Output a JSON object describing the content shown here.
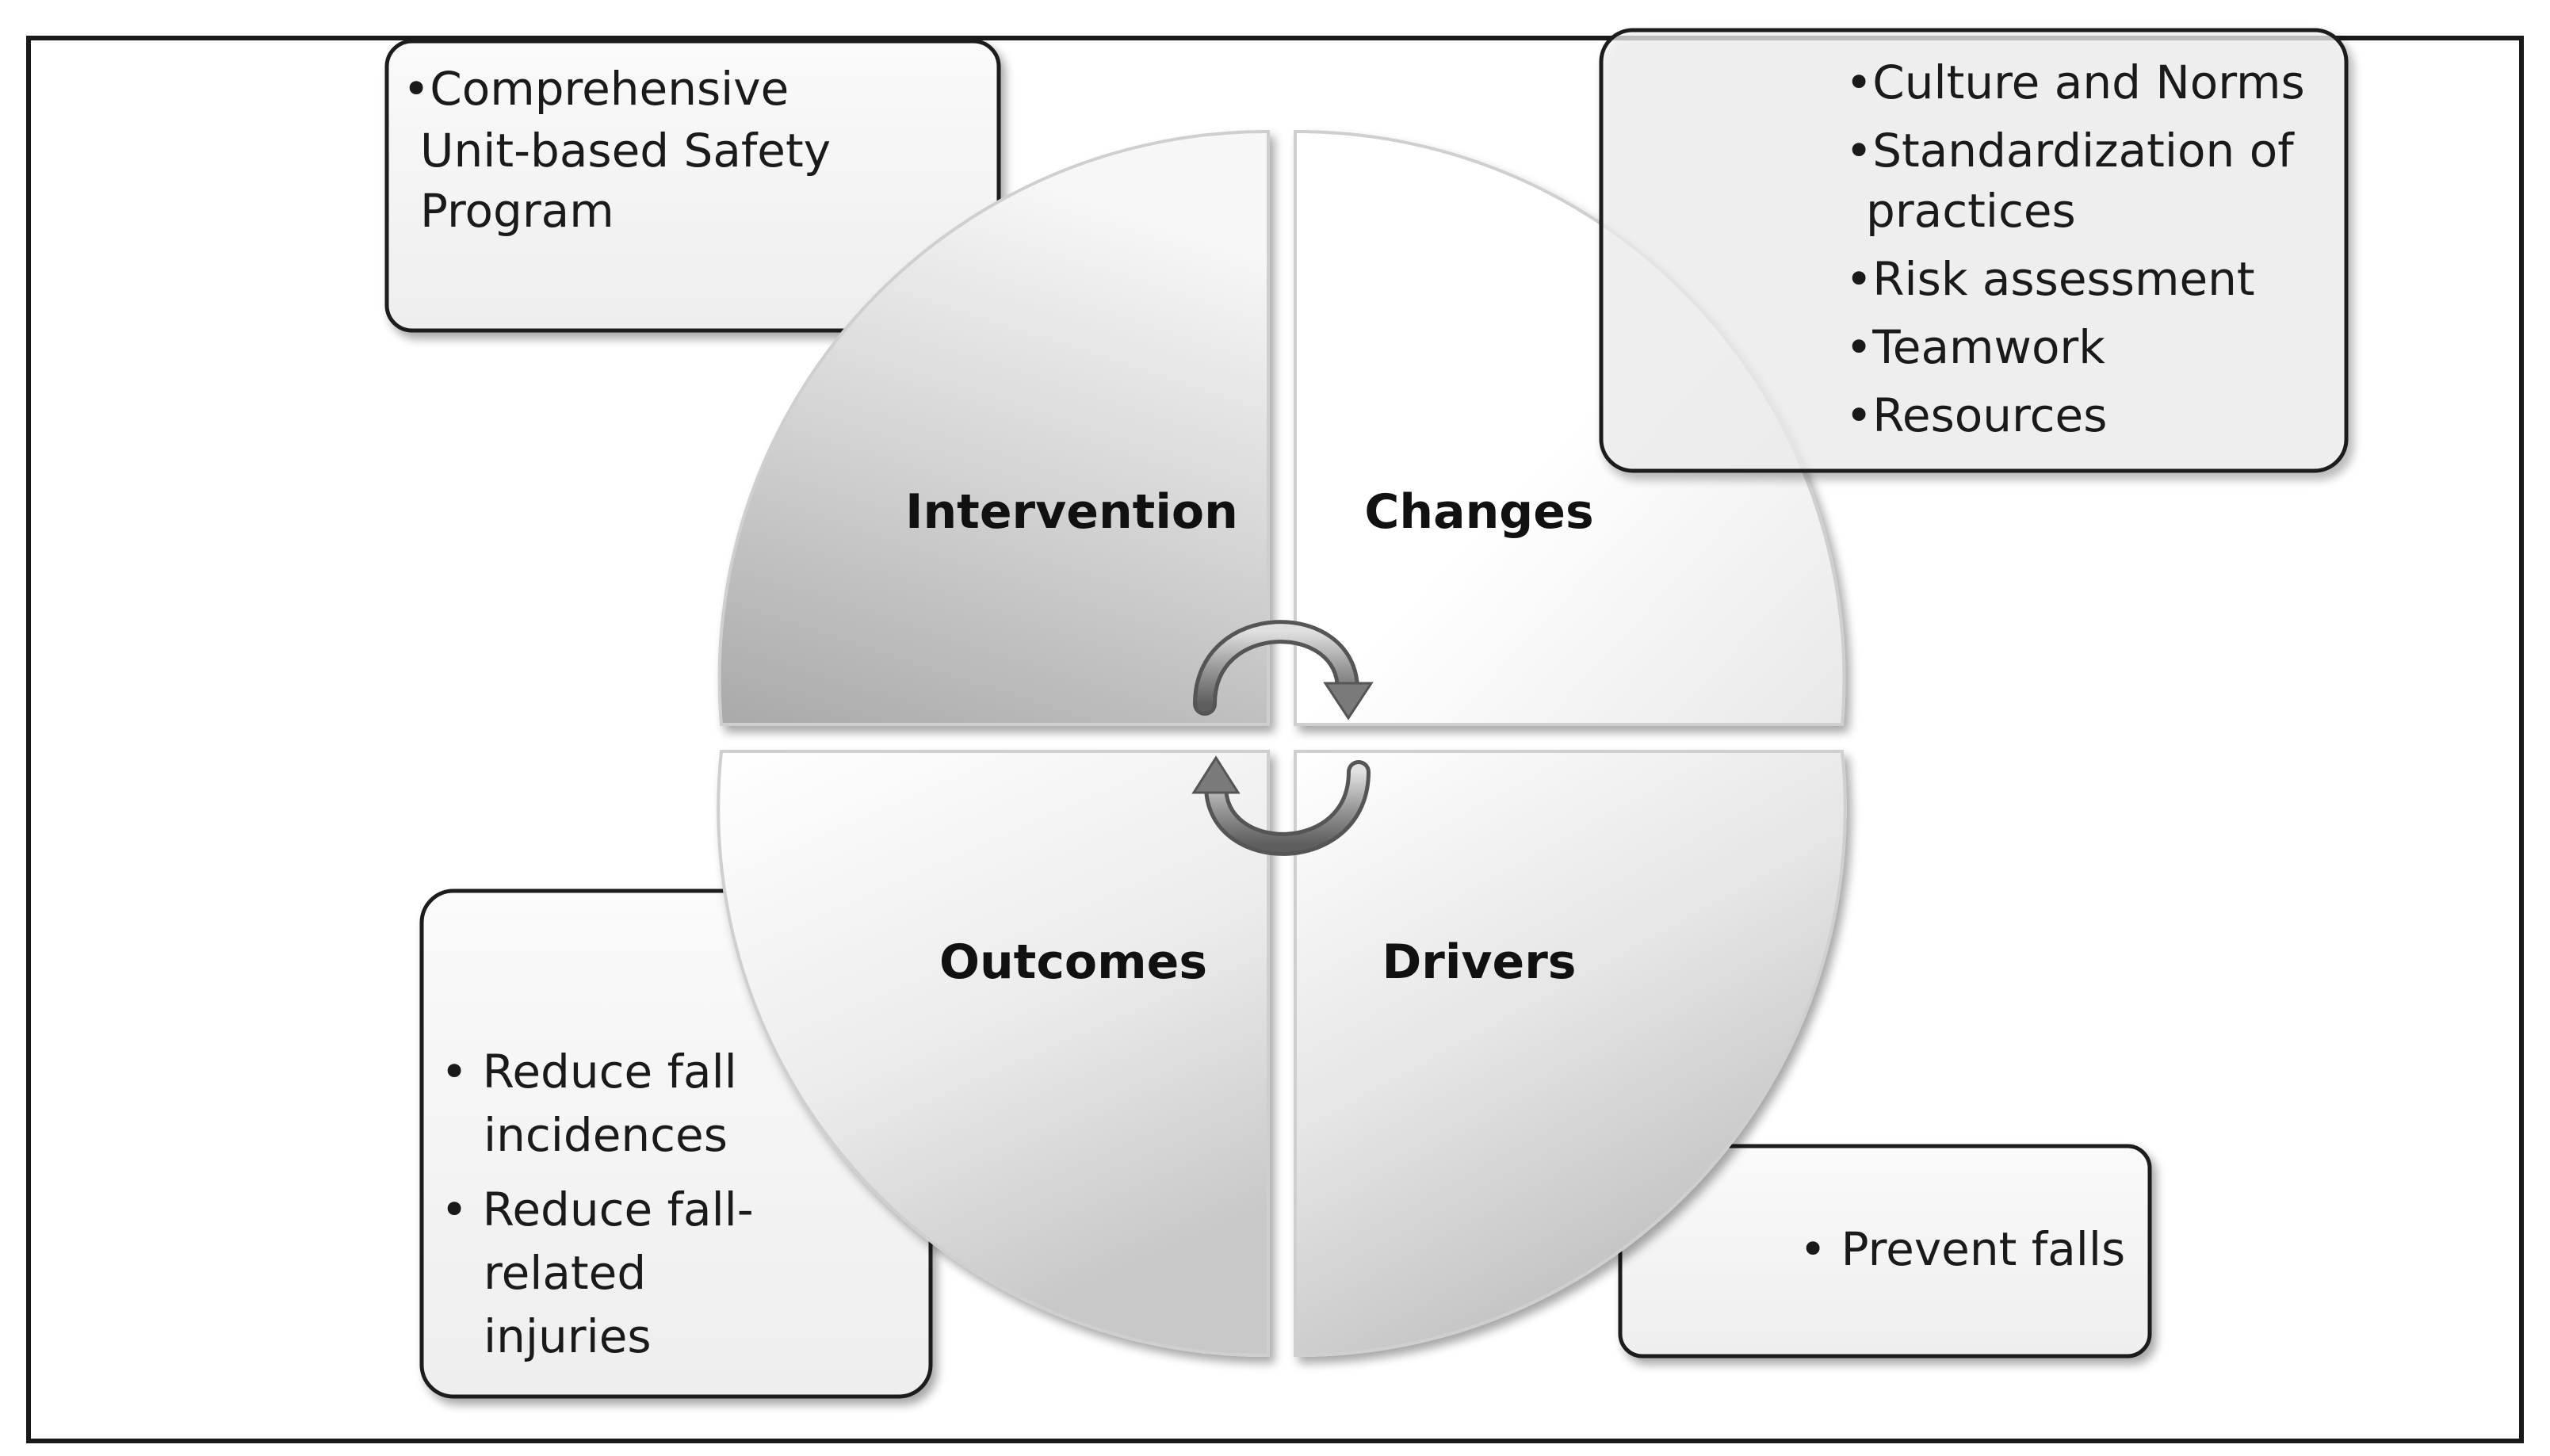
{
  "quadrants": {
    "top_left": "Intervention",
    "top_right": "Changes",
    "bottom_left": "Outcomes",
    "bottom_right": "Drivers"
  },
  "callouts": {
    "intervention": {
      "lines": [
        "•Comprehensive",
        "Unit-based Safety",
        "Program"
      ]
    },
    "changes": {
      "lines": [
        "•Culture  and Norms",
        "•Standardization of",
        "practices",
        "•Risk assessment",
        "•Teamwork",
        "•Resources"
      ]
    },
    "outcomes": {
      "lines": [
        "•  Reduce fall",
        "incidences",
        "•  Reduce fall-",
        "related",
        "injuries"
      ]
    },
    "drivers": {
      "lines": [
        "•  Prevent falls"
      ]
    }
  },
  "icons": {
    "cycle_top": "clockwise-arrow-icon",
    "cycle_bottom": "counterclockwise-arrow-icon"
  },
  "colors": {
    "border": "#1a1a1a",
    "box_fill": "#f2f2f2",
    "intervention_shade": "#b8b8b8",
    "light_segment": "#ffffff"
  }
}
